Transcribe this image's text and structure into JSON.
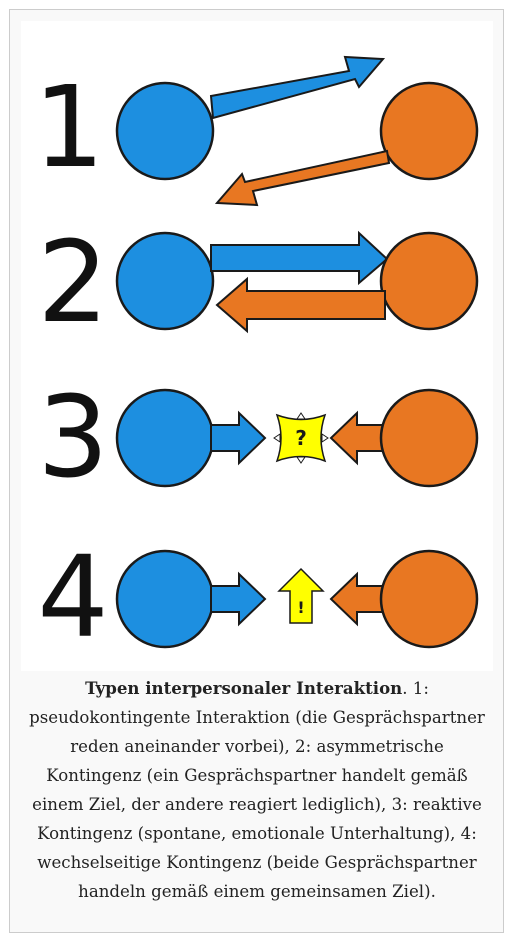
{
  "diagram": {
    "rows": [
      {
        "number": "1"
      },
      {
        "number": "2"
      },
      {
        "number": "3",
        "symbol": "?"
      },
      {
        "number": "4",
        "symbol": "!"
      }
    ],
    "colors": {
      "left_circle": "#1d8fe0",
      "right_circle": "#e87722",
      "symbol_fill": "#ffff00",
      "outline": "#1a1a1a"
    }
  },
  "caption": {
    "title": "Typen interpersonaler Interaktion",
    "text": ". 1: pseudokontingente Interaktion (die Gesprächspartner reden aneinander vorbei), 2: asymmetrische Kontingenz (ein Gesprächspartner handelt gemäß einem Ziel, der andere reagiert lediglich), 3: reaktive Kontingenz (spontane, emotionale Unterhaltung), 4: wechselseitige Kontingenz (beide Gesprächspartner handeln gemäß einem gemeinsamen Ziel)."
  }
}
